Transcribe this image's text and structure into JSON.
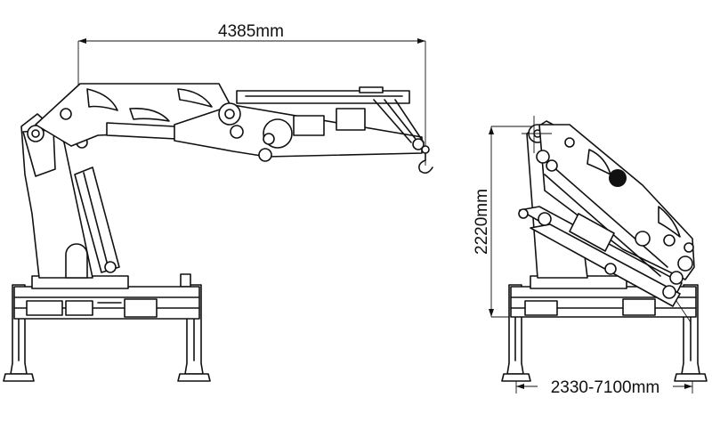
{
  "dimensions": {
    "reach": "4385mm",
    "folded_height": "2220mm",
    "outrigger_span": "2330-7100mm"
  },
  "colors": {
    "line": "#111111",
    "background": "#ffffff"
  }
}
